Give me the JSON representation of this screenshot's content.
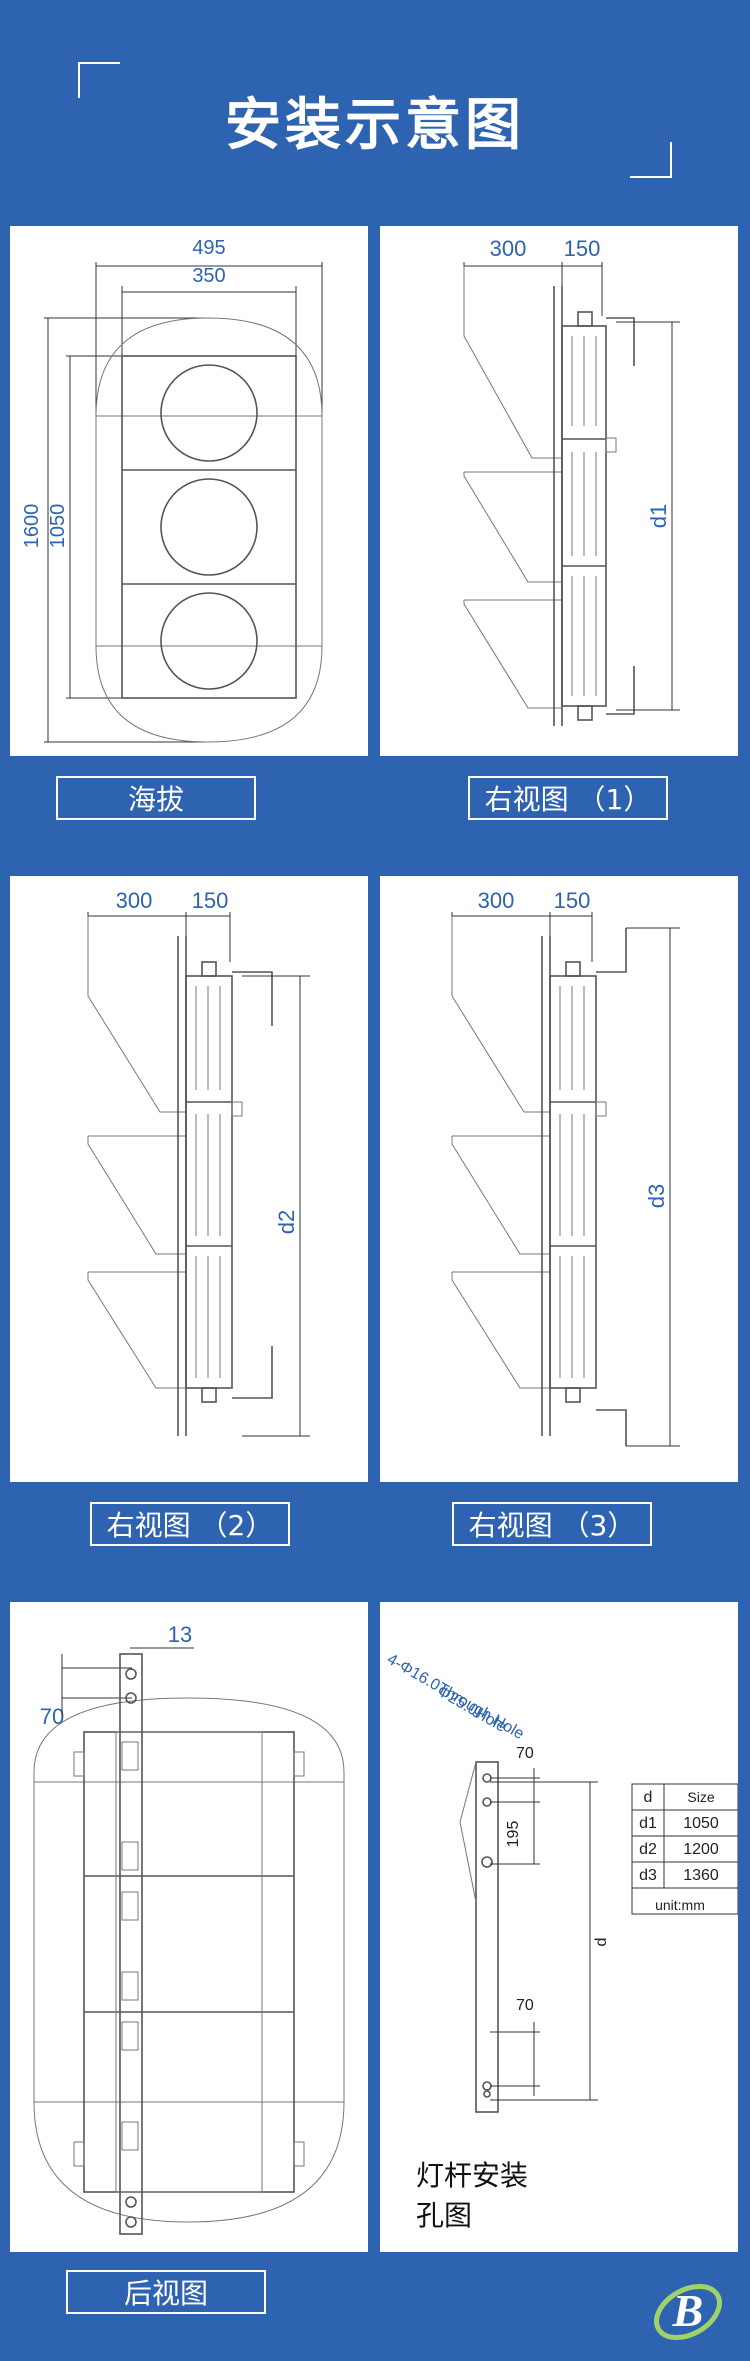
{
  "page": {
    "title": "安装示意图",
    "bg_color": "#2d63b0",
    "accent_color": "#2d63b0"
  },
  "panels": {
    "front": {
      "caption": "海拔",
      "dims": {
        "outer_width": "495",
        "inner_width": "350",
        "outer_height": "1600",
        "inner_height": "1050"
      }
    },
    "side1": {
      "caption": "右视图 （1）",
      "dims": {
        "depth": "300",
        "bracket": "150",
        "height": "d1"
      }
    },
    "side2": {
      "caption": "右视图 （2）",
      "dims": {
        "depth": "300",
        "bracket": "150",
        "height": "d2"
      }
    },
    "side3": {
      "caption": "右视图 （3）",
      "dims": {
        "depth": "300",
        "bracket": "150",
        "height": "d3"
      }
    },
    "back": {
      "caption": "后视图",
      "dims": {
        "top": "13",
        "side": "70"
      }
    },
    "holes": {
      "caption_line1": "灯杆安装",
      "caption_line2": "孔图",
      "through_hole": "4-Φ16.0Through Hole",
      "hole": "Φ25.0Hole",
      "dims": {
        "top": "70",
        "mid": "195",
        "d": "d",
        "bottom": "70"
      },
      "table": {
        "headers": [
          "d",
          "Size"
        ],
        "rows": [
          [
            "d1",
            "1050"
          ],
          [
            "d2",
            "1200"
          ],
          [
            "d3",
            "1360"
          ]
        ],
        "unit": "unit:mm"
      }
    }
  },
  "logo": {
    "letter": "B"
  }
}
